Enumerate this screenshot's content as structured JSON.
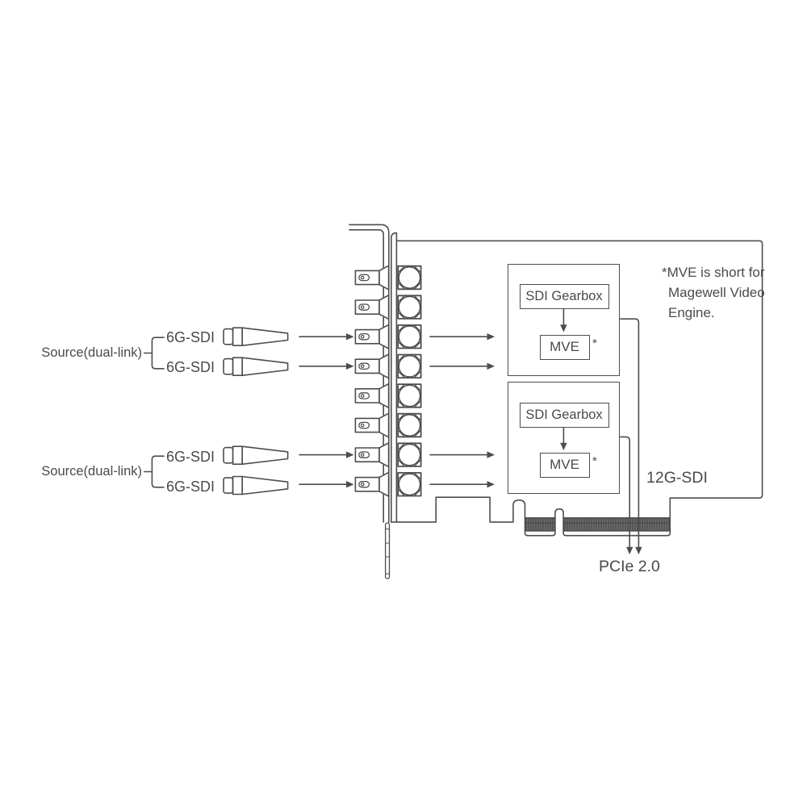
{
  "diagram": {
    "title_hint": "SDI capture card signal flow diagram",
    "colors": {
      "line": "#4d4d4d",
      "text": "#4a4a4a",
      "background": "#ffffff"
    },
    "sources": [
      {
        "label": "Source(dual-link)",
        "links": [
          {
            "label": "6G-SDI"
          },
          {
            "label": "6G-SDI"
          }
        ]
      },
      {
        "label": "Source(dual-link)",
        "links": [
          {
            "label": "6G-SDI"
          },
          {
            "label": "6G-SDI"
          }
        ]
      }
    ],
    "card": {
      "processing_blocks": [
        {
          "gearbox_label": "SDI Gearbox",
          "engine_label": "MVE",
          "footnote_marker": "*"
        },
        {
          "gearbox_label": "SDI Gearbox",
          "engine_label": "MVE",
          "footnote_marker": "*"
        }
      ],
      "footnote": {
        "line1": "*MVE is short for",
        "line2": "Magewell Video",
        "line3": "Engine."
      },
      "output_signal_label": "12G-SDI",
      "bus_label": "PCIe 2.0"
    }
  }
}
